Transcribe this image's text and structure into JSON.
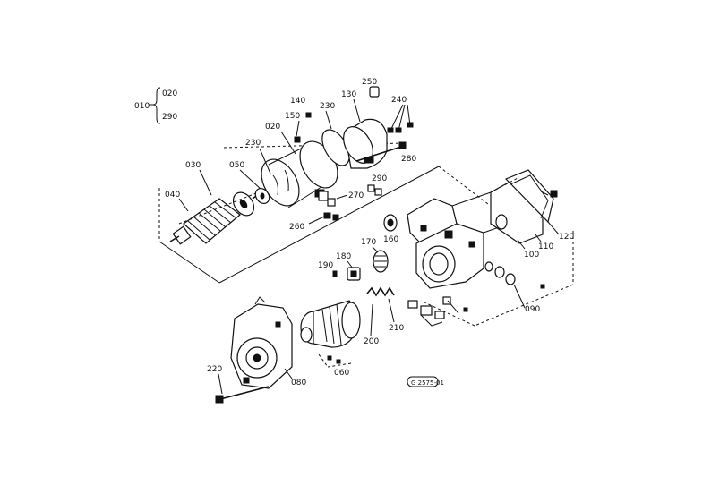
{
  "labels": {
    "p010": "010",
    "p020a": "020",
    "p290a": "290",
    "p140": "140",
    "p150": "150",
    "p230a": "230",
    "p130": "130",
    "p250": "250",
    "p240": "240",
    "p020b": "020",
    "p230b": "230",
    "p280": "280",
    "p030": "030",
    "p050": "050",
    "p040": "040",
    "p290b": "290",
    "p270": "270",
    "p260": "260",
    "p160": "160",
    "p170": "170",
    "p180": "180",
    "p190": "190",
    "p100": "100",
    "p110": "110",
    "p120": "120",
    "p090": "090",
    "p200": "200",
    "p210": "210",
    "p220": "220",
    "p060": "060",
    "p080": "080"
  },
  "drawing_code": "G 2575-01",
  "colors": {
    "ink": "#111111",
    "paper": "#ffffff"
  }
}
